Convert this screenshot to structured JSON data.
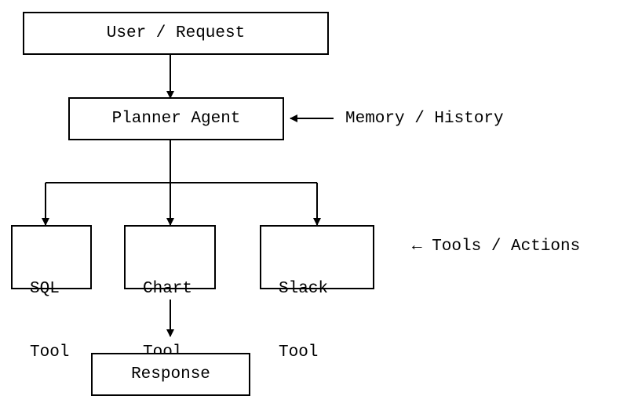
{
  "nodes": {
    "request": {
      "label": "User / Request"
    },
    "planner": {
      "label": "Planner Agent"
    },
    "sql_tool": {
      "line1": "SQL",
      "line2": "Tool"
    },
    "chart_tool": {
      "line1": "Chart",
      "line2": "Tool"
    },
    "slack_tool": {
      "line1": "Slack",
      "line2": "Tool"
    },
    "response": {
      "label": "Response"
    }
  },
  "annotations": {
    "memory": "Memory / History",
    "tools": "← Tools / Actions"
  },
  "colors": {
    "stroke": "#000000",
    "background": "#ffffff"
  }
}
